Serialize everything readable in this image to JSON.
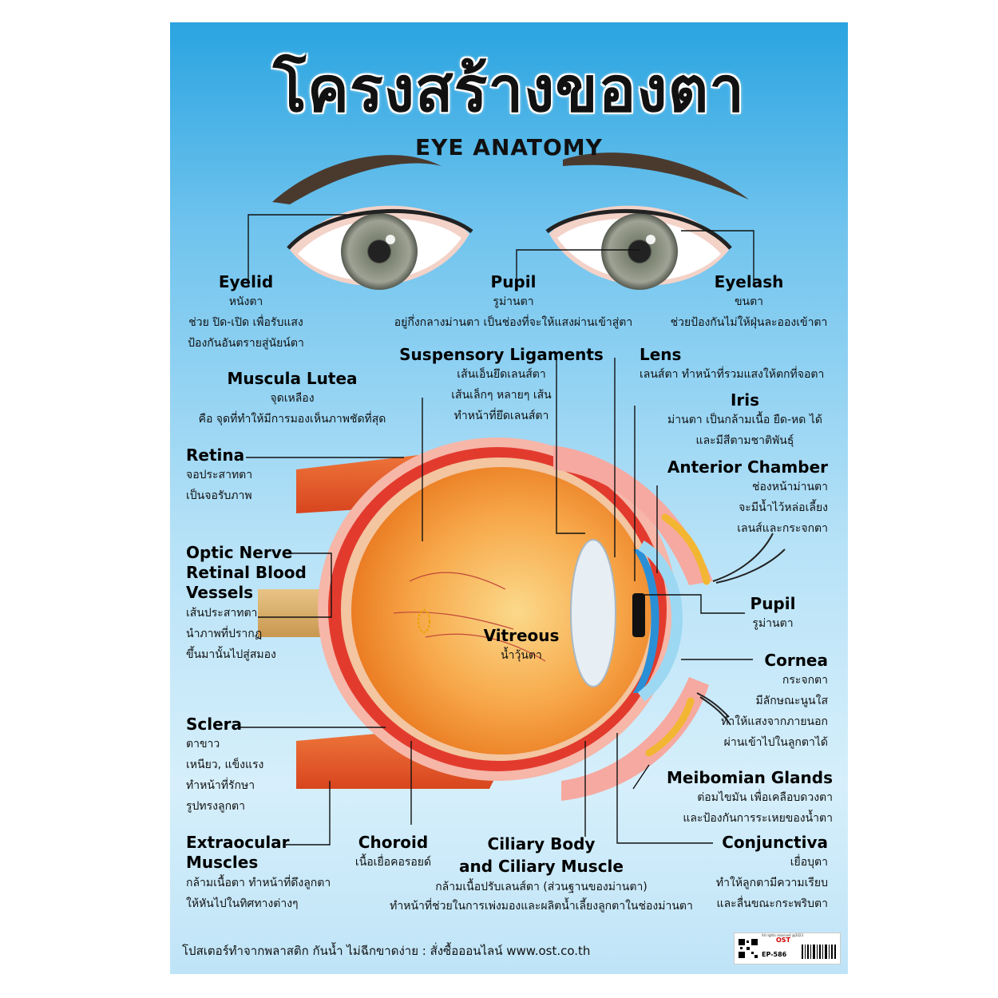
{
  "title": {
    "thai": "โครงสร้างของตา",
    "english": "EYE ANATOMY"
  },
  "labels": {
    "eyelid": {
      "name": "Eyelid",
      "lines": [
        "หนังตา",
        "ช่วย ปิด-เปิด เพื่อรับแสง",
        "ป้องกันอันตรายสู่นัยน์ตา"
      ]
    },
    "pupil_top": {
      "name": "Pupil",
      "lines": [
        "รูม่านตา",
        "อยู่กึ่งกลางม่านตา เป็นช่องที่จะให้แสงผ่านเข้าสู่ตา"
      ]
    },
    "eyelash": {
      "name": "Eyelash",
      "lines": [
        "ขนตา",
        "ช่วยป้องกันไม่ให้ฝุ่นละอองเข้าตา"
      ]
    },
    "suspensory": {
      "name": "Suspensory Ligaments",
      "lines": [
        "เส้นเอ็นยึดเลนส์ตา",
        "เส้นเล็กๆ หลายๆ เส้น",
        "ทำหน้าที่ยึดเลนส์ตา"
      ]
    },
    "lens": {
      "name": "Lens",
      "lines": [
        "เลนส์ตา ทำหน้าที่รวมแสงให้ตกที่จอตา"
      ]
    },
    "muscula": {
      "name": "Muscula Lutea",
      "lines": [
        "จุดเหลือง",
        "คือ จุดที่ทำให้มีการมองเห็นภาพชัดที่สุด"
      ]
    },
    "iris": {
      "name": "Iris",
      "lines": [
        "ม่านตา เป็นกล้ามเนื้อ ยืด-หด ได้",
        "และมีสีตามชาติพันธุ์"
      ]
    },
    "retina": {
      "name": "Retina",
      "lines": [
        "จอประสาทตา",
        "เป็นจอรับภาพ"
      ]
    },
    "anterior": {
      "name": "Anterior Chamber",
      "lines": [
        "ช่องหน้าม่านตา",
        "จะมีน้ำไว้หล่อเลี้ยง",
        "เลนส์และกระจกตา"
      ]
    },
    "optic": {
      "name": [
        "Optic Nerve",
        "Retinal Blood",
        "Vessels"
      ],
      "lines": [
        "เส้นประสาทตา",
        "นำภาพที่ปรากฏ",
        "ขึ้นมานั้นไปสู่สมอง"
      ]
    },
    "pupil_side": {
      "name": "Pupil",
      "lines": [
        "รูม่านตา"
      ]
    },
    "vitreous": {
      "name": "Vitreous",
      "lines": [
        "น้ำวุ้นตา"
      ]
    },
    "cornea": {
      "name": "Cornea",
      "lines": [
        "กระจกตา",
        "มีลักษณะนูนใส",
        "ทำให้แสงจากภายนอก",
        "ผ่านเข้าไปในลูกตาได้"
      ]
    },
    "sclera": {
      "name": "Sclera",
      "lines": [
        "ตาขาว",
        "เหนียว, แข็งแรง",
        "ทำหน้าที่รักษา",
        "รูปทรงลูกตา"
      ]
    },
    "meibomian": {
      "name": "Meibomian Glands",
      "lines": [
        "ต่อมไขมัน เพื่อเคลือบดวงตา",
        "และป้องกันการระเหยของน้ำตา"
      ]
    },
    "extraocular": {
      "name": [
        "Extraocular",
        "Muscles"
      ],
      "lines": [
        "กล้ามเนื้อตา ทำหน้าที่ดึงลูกตา",
        "ให้หันไปในทิศทางต่างๆ"
      ]
    },
    "choroid": {
      "name": "Choroid",
      "lines": [
        "เนื้อเยื่อคอรอยด์"
      ]
    },
    "ciliary": {
      "name": [
        "Ciliary Body",
        "and Ciliary Muscle"
      ],
      "lines": [
        "กล้ามเนื้อปรับเลนส์ตา (ส่วนฐานของม่านตา)",
        "ทำหน้าที่ช่วยในการเพ่งมองและผลิตน้ำเลี้ยงลูกตาในช่องม่านตา"
      ]
    },
    "conjunctiva": {
      "name": "Conjunctiva",
      "lines": [
        "เยื่อบุตา",
        "ทำให้ลูกตามีความเรียบ",
        "และลื่นขณะกระพริบตา"
      ]
    }
  },
  "footer": {
    "text": "โปสเตอร์ทำจากพลาสติก  กันน้ำ  ไม่ฉีกขาดง่าย : สั่งซื้อออนไลน์  www.ost.co.th",
    "code": "EP-586",
    "brand": "OST",
    "rights": "All rights reserved @2023"
  },
  "colors": {
    "background_top": "#2aa4e0",
    "background_bottom": "#d6effb",
    "sclera": "#e23b2e",
    "eyeball": "#f08a1c",
    "iris": "#2b8fd6",
    "muscle": "#e8552a"
  }
}
